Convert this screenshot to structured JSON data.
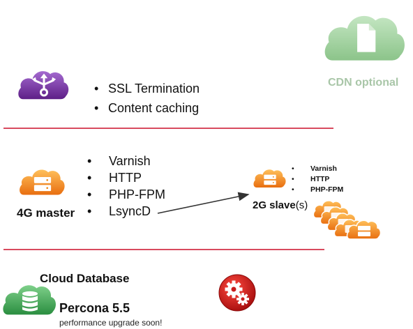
{
  "load_balancer": {
    "icon": "load-balancer-cloud-icon",
    "features": [
      "SSL Termination",
      "Content caching"
    ]
  },
  "cdn": {
    "icon": "cdn-document-cloud-icon",
    "label": "CDN optional"
  },
  "master": {
    "icon": "server-cloud-icon",
    "label": "4G master",
    "services": [
      "Varnish",
      "HTTP",
      "PHP-FPM",
      "LsyncD"
    ]
  },
  "slave": {
    "icon": "server-cloud-icon",
    "label": "2G slave",
    "label_suffix": "(s)",
    "services": [
      "Varnish",
      "HTTP",
      "PHP-FPM"
    ]
  },
  "database": {
    "icon": "database-cloud-icon",
    "title": "Cloud Database",
    "version": "Percona 5.5",
    "note": "performance upgrade soon!"
  },
  "settings_icon": "gears-icon",
  "colors": {
    "lb_purple": "#7b3aa3",
    "server_orange": "#f08c1c",
    "cdn_green": "#a8d3a6",
    "db_green": "#3ca552",
    "gears_red": "#c81c1c",
    "divider_red": "#d84a5e"
  }
}
